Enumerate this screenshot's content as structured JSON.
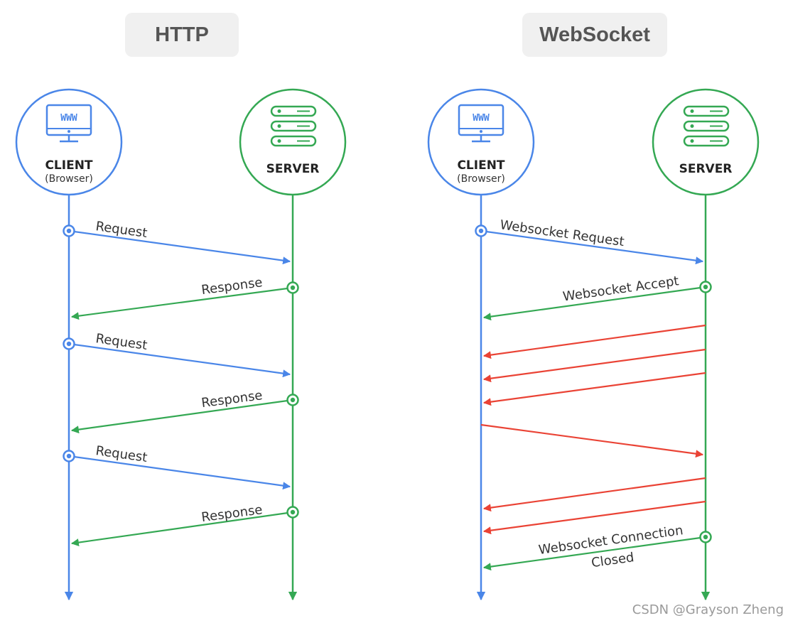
{
  "titles": {
    "http": "HTTP",
    "websocket": "WebSocket"
  },
  "nodes": {
    "client_label": "CLIENT",
    "client_sub": "(Browser)",
    "server_label": "SERVER",
    "screen_text": "WWW"
  },
  "http_messages": [
    "Request",
    "Response",
    "Request",
    "Response",
    "Request",
    "Response"
  ],
  "ws_messages": {
    "request": "Websocket Request",
    "accept": "Websocket Accept",
    "closed_line1": "Websocket Connection",
    "closed_line2": "Closed"
  },
  "colors": {
    "client": "#4a86e8",
    "server": "#34a853",
    "data": "#ea4335"
  },
  "watermark": "CSDN @Grayson Zheng"
}
